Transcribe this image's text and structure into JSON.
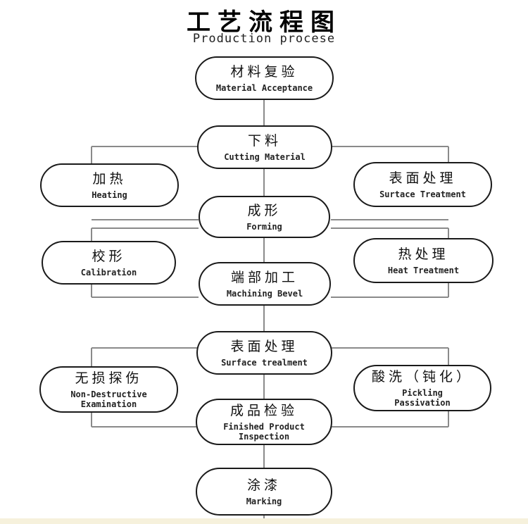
{
  "title": "工艺流程图",
  "subtitle": "Production procese",
  "steps": {
    "material_acceptance": {
      "zh": "材料复验",
      "en": "Material Acceptance"
    },
    "cutting": {
      "zh": "下料",
      "en": "Cutting Material"
    },
    "heating": {
      "zh": "加热",
      "en": "Heating"
    },
    "surface_treatment_right": {
      "zh": "表面处理",
      "en": "Surtace Treatment"
    },
    "forming": {
      "zh": "成形",
      "en": "Forming"
    },
    "calibration": {
      "zh": "校形",
      "en": "Calibration"
    },
    "heat_treatment": {
      "zh": "热处理",
      "en": "Heat Treatment"
    },
    "machining": {
      "zh": "端部加工",
      "en": "Machining Bevel"
    },
    "surface_treatment_center": {
      "zh": "表面处理",
      "en": "Surface trealment"
    },
    "ndt": {
      "zh": "无损探伤",
      "en": "Non-Destructive\nExamination"
    },
    "pickling": {
      "zh": "酸洗（钝化）",
      "en": "Pickling\nPassivation"
    },
    "inspection": {
      "zh": "成品检验",
      "en": "Finished Product\nInspection"
    },
    "marking": {
      "zh": "涂漆",
      "en": "Marking"
    }
  }
}
